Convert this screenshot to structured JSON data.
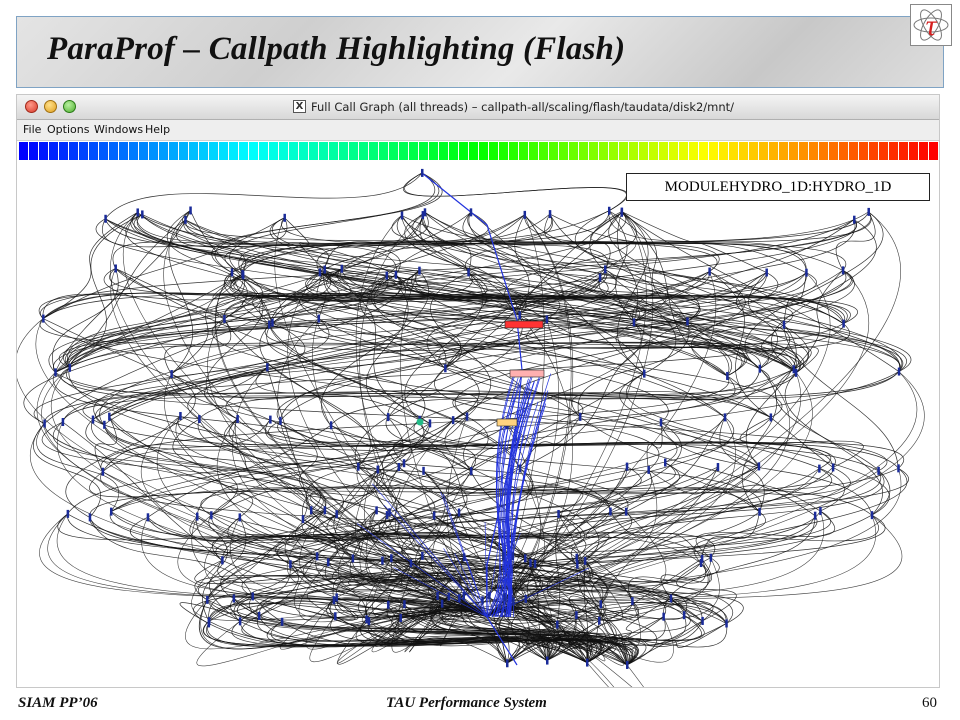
{
  "slide": {
    "title": "ParaProf – Callpath Highlighting (Flash)",
    "logo_glyph": "τ",
    "footer_left": "SIAM PP’06",
    "footer_center": "TAU Performance System",
    "page_number": "60"
  },
  "window": {
    "title": "Full Call Graph (all threads) – callpath-all/scaling/flash/taudata/disk2/mnt/",
    "x_icon": "X",
    "controls": [
      "close-icon",
      "minimize-icon",
      "maximize-icon"
    ],
    "menu": [
      "File",
      "Options",
      "Windows",
      "Help"
    ]
  },
  "graph": {
    "tooltip": "MODULEHYDRO_1D:HYDRO_1D",
    "highlight_color": "#2233dd",
    "edge_color": "#111111",
    "selected_node_color": "#ff3333",
    "tree_node_color": "#ffd27f"
  }
}
